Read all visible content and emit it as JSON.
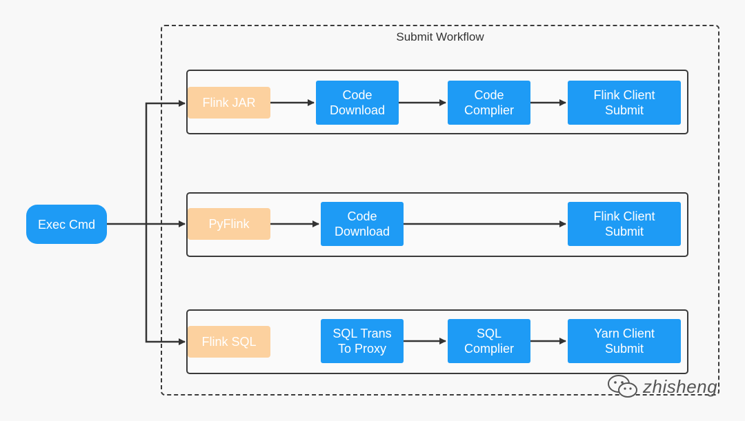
{
  "frame": {
    "title": "Submit Workflow"
  },
  "start": {
    "label": "Exec Cmd"
  },
  "rows": [
    {
      "source": "Flink JAR",
      "steps": [
        "Code\nDownload",
        "Code\nComplier",
        "Flink Client\nSubmit"
      ]
    },
    {
      "source": "PyFlink",
      "steps": [
        "Code\nDownload",
        "Flink Client\nSubmit"
      ]
    },
    {
      "source": "Flink SQL",
      "steps": [
        "SQL Trans\nTo Proxy",
        "SQL\nComplier",
        "Yarn Client\nSubmit"
      ]
    }
  ],
  "watermark": {
    "text": "zhisheng",
    "icon": "wechat-icon"
  },
  "colors": {
    "process": "#1e9bf5",
    "source": "#fcd19f",
    "line": "#333333"
  }
}
